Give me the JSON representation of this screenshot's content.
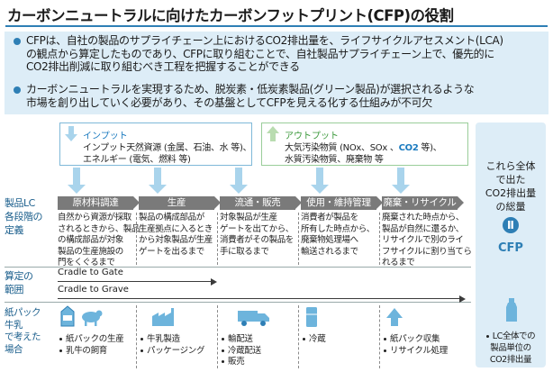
{
  "title": "カーボンニュートラルに向けたカーボンフットプリント(CFP)の役割",
  "summary": {
    "bullets": [
      {
        "lines": [
          "CFPは、自社の製品のサプライチェーン上におけるCO2排出量を、ライフサイクルアセスメント(LCA)",
          "の観点から算定したものであり、CFPに取り組むことで、自社製品サプライチェーン上で、優先的に",
          "CO2排出削減に取り組むべき工程を把握することができる"
        ]
      },
      {
        "lines": [
          "カーボンニュートラルを実現するため、脱炭素・低炭素製品(グリーン製品)が選択されるような",
          "市場を創り出していく必要があり、その基盤としてCFPを見える化する仕組みが不可欠"
        ]
      }
    ]
  },
  "input": {
    "heading": "インプット",
    "lines": [
      "インプット天然資源 (金属、石油、水 等)、",
      "エネルギー (電気、燃料 等)"
    ]
  },
  "output": {
    "heading": "アウトプット",
    "line1_before": "大気汚染物質 (NOx、SOx 、",
    "line1_co2": "CO2",
    "line1_after": " 等)、",
    "line2": "水質汚染物質、廃棄物 等"
  },
  "row_labels": {
    "lc": [
      "製品LC",
      "各段階の",
      "定義"
    ],
    "range": [
      "算定の",
      "範囲"
    ],
    "example": [
      "紙パック",
      "牛乳",
      "で考えた",
      "場合"
    ]
  },
  "stages": [
    {
      "label": "原材料調達",
      "definition": [
        "自然から資源が採取",
        "されるときから、製品",
        "の構成部品が対象",
        "製品の生産施設の",
        "門をくぐるまで"
      ],
      "examples": [
        "紙パックの生産",
        "乳牛の飼育"
      ]
    },
    {
      "label": "生産",
      "definition": [
        "製品の構成部品が",
        "生産拠点に入るとき",
        "から対象製品が生産",
        "ゲートを出るまで"
      ],
      "examples": [
        "牛乳製造",
        "パッケージング"
      ]
    },
    {
      "label": "流通・販売",
      "definition": [
        "対象製品が生産",
        "ゲートを出てから、",
        "消費者がその製品を",
        "手に取るまで"
      ],
      "examples": [
        "輸配送",
        "冷蔵配送",
        "販売"
      ]
    },
    {
      "label": "使用・維持管理",
      "definition": [
        "消費者が製品を",
        "所有した時点から、",
        "廃棄物処理場へ",
        "輸送されるまで"
      ],
      "examples": [
        "冷蔵"
      ]
    },
    {
      "label": "廃棄・リサイクル",
      "definition": [
        "廃棄された時点から、",
        "製品が自然に還るか、",
        "リサイクルで別のライ",
        "フサイクルに割り当てら",
        "れるまで"
      ],
      "examples": [
        "紙パック収集",
        "リサイクル処理"
      ]
    }
  ],
  "ranges": {
    "gate": "Cradle to Gate",
    "grave": "Cradle to Grave"
  },
  "cfp_panel": {
    "lines": [
      "これら全体",
      "で出た",
      "CO2排出量",
      "の総量"
    ],
    "equals": "Ⅱ",
    "cfp": "CFP",
    "footer": [
      "LC全体での",
      "製品単位の",
      "CO2排出量"
    ]
  },
  "icons": [
    "input-arrow-icon",
    "output-arrow-icon",
    "milk-carton-icon",
    "cow-icon",
    "factory-icon",
    "delivery-truck-icon",
    "refrigerator-icon",
    "recycle-icon",
    "milk-bottle-icon"
  ],
  "colors": {
    "accent": "#2e7fb5",
    "panel": "#ddedf7",
    "stage": "#7a7a7a",
    "output": "#3d9a3d"
  }
}
